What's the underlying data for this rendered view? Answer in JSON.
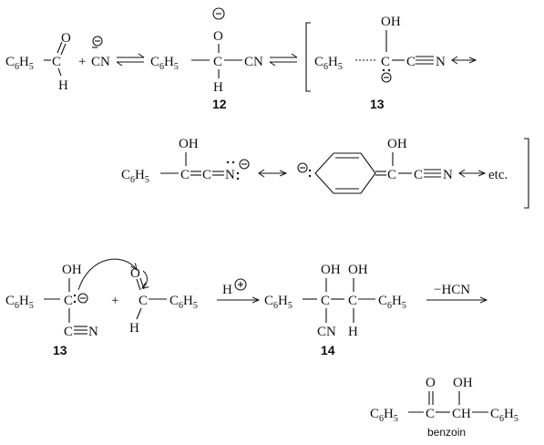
{
  "labels": {
    "c12": "12",
    "c13a": "13",
    "c13b": "13",
    "c14": "14",
    "benzoin": "benzoin"
  },
  "reagents": {
    "plus1": "+",
    "plus2": "+",
    "acid": "H",
    "hcn": "−HCN",
    "etc": "etc."
  },
  "atoms": {
    "C6H5": "C",
    "six": "6",
    "five": "5",
    "H": "H",
    "O": "O",
    "OH": "OH",
    "N": "N",
    "C": "C",
    "CN": "CN",
    "CH": "CH"
  }
}
